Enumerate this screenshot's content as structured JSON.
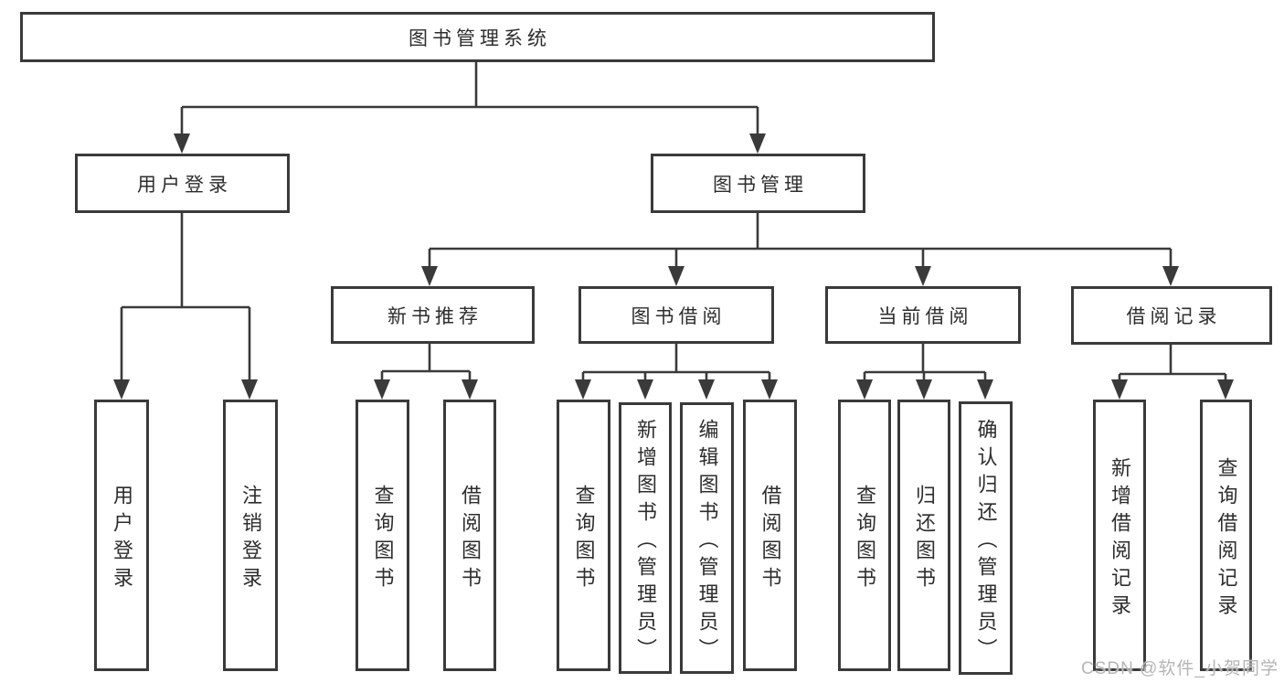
{
  "diagram": {
    "watermark": "CSDN @软件_小贺同学",
    "colors": {
      "background": "#ffffff",
      "line": "#3a3a3a",
      "text": "#2d2d2d",
      "watermark": "#b5b5b5"
    }
  },
  "nodes": {
    "root": {
      "label": "图书管理系统"
    },
    "level2": {
      "user_login": {
        "label": "用户登录"
      },
      "book_management": {
        "label": "图书管理"
      }
    },
    "level3": {
      "new_book_recommend": {
        "label": "新书推荐"
      },
      "book_borrowing": {
        "label": "图书借阅"
      },
      "current_borrowing": {
        "label": "当前借阅"
      },
      "borrowing_records": {
        "label": "借阅记录"
      }
    },
    "leaves": {
      "user_login": {
        "label": "用户登录"
      },
      "logout": {
        "label": "注销登录"
      },
      "recommend_query_books": {
        "label": "查询图书"
      },
      "recommend_borrow_books": {
        "label": "借阅图书"
      },
      "borrowing_query_books": {
        "label": "查询图书"
      },
      "borrowing_add_books_admin": {
        "label": "新增图书（管理员）"
      },
      "borrowing_edit_books_admin": {
        "label": "编辑图书（管理员）"
      },
      "borrowing_borrow_books": {
        "label": "借阅图书"
      },
      "current_query_books": {
        "label": "查询图书"
      },
      "current_return_books": {
        "label": "归还图书"
      },
      "current_confirm_return_admin": {
        "label": "确认归还（管理员）"
      },
      "records_add_borrow_record": {
        "label": "新增借阅记录"
      },
      "records_query_borrow_record": {
        "label": "查询借阅记录"
      }
    }
  }
}
